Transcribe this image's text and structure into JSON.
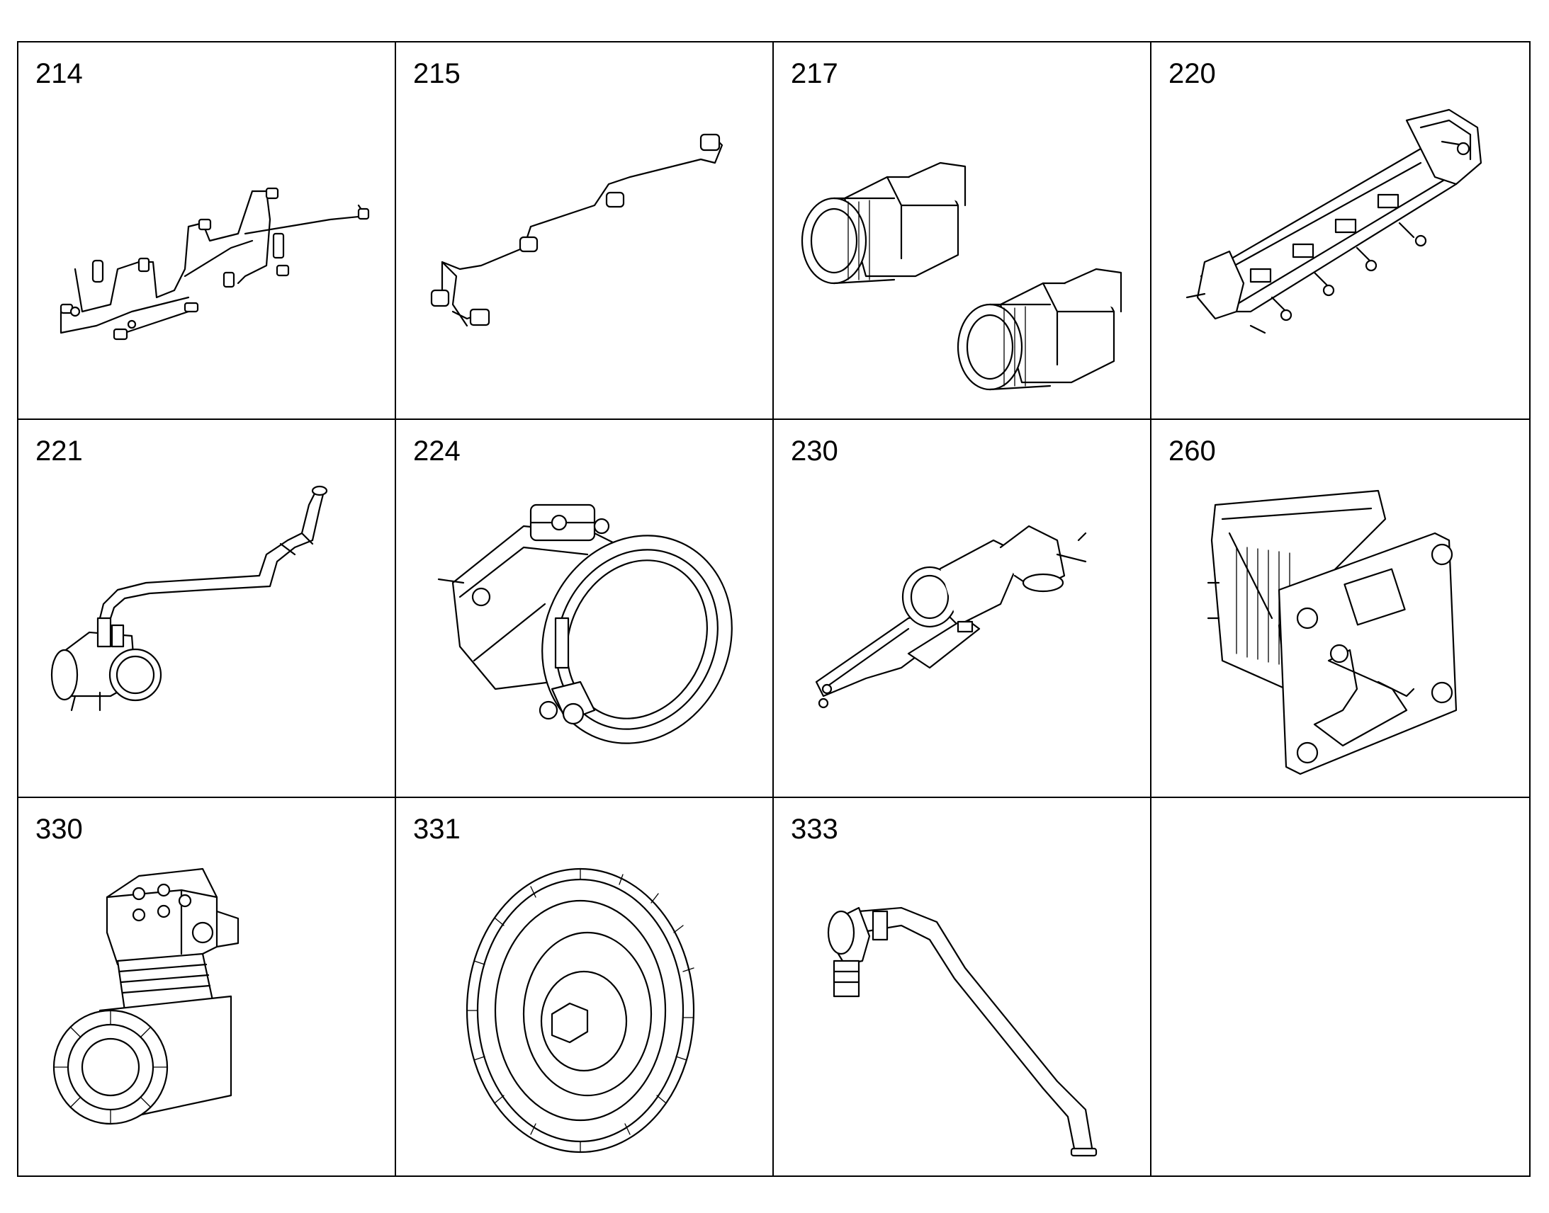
{
  "parts": [
    {
      "code": "214",
      "icon": "fuel-line-harness-icon"
    },
    {
      "code": "215",
      "icon": "injector-pipe-icon"
    },
    {
      "code": "217",
      "icon": "threaded-fitting-icon"
    },
    {
      "code": "220",
      "icon": "intake-manifold-icon"
    },
    {
      "code": "221",
      "icon": "air-hose-sensor-icon"
    },
    {
      "code": "224",
      "icon": "v-band-clamp-icon"
    },
    {
      "code": "230",
      "icon": "hose-elbow-bracket-icon"
    },
    {
      "code": "260",
      "icon": "heat-exchanger-icon"
    },
    {
      "code": "330",
      "icon": "air-compressor-icon"
    },
    {
      "code": "331",
      "icon": "gear-icon"
    },
    {
      "code": "333",
      "icon": "tube-elbow-icon"
    },
    {
      "code": "",
      "icon": ""
    }
  ]
}
